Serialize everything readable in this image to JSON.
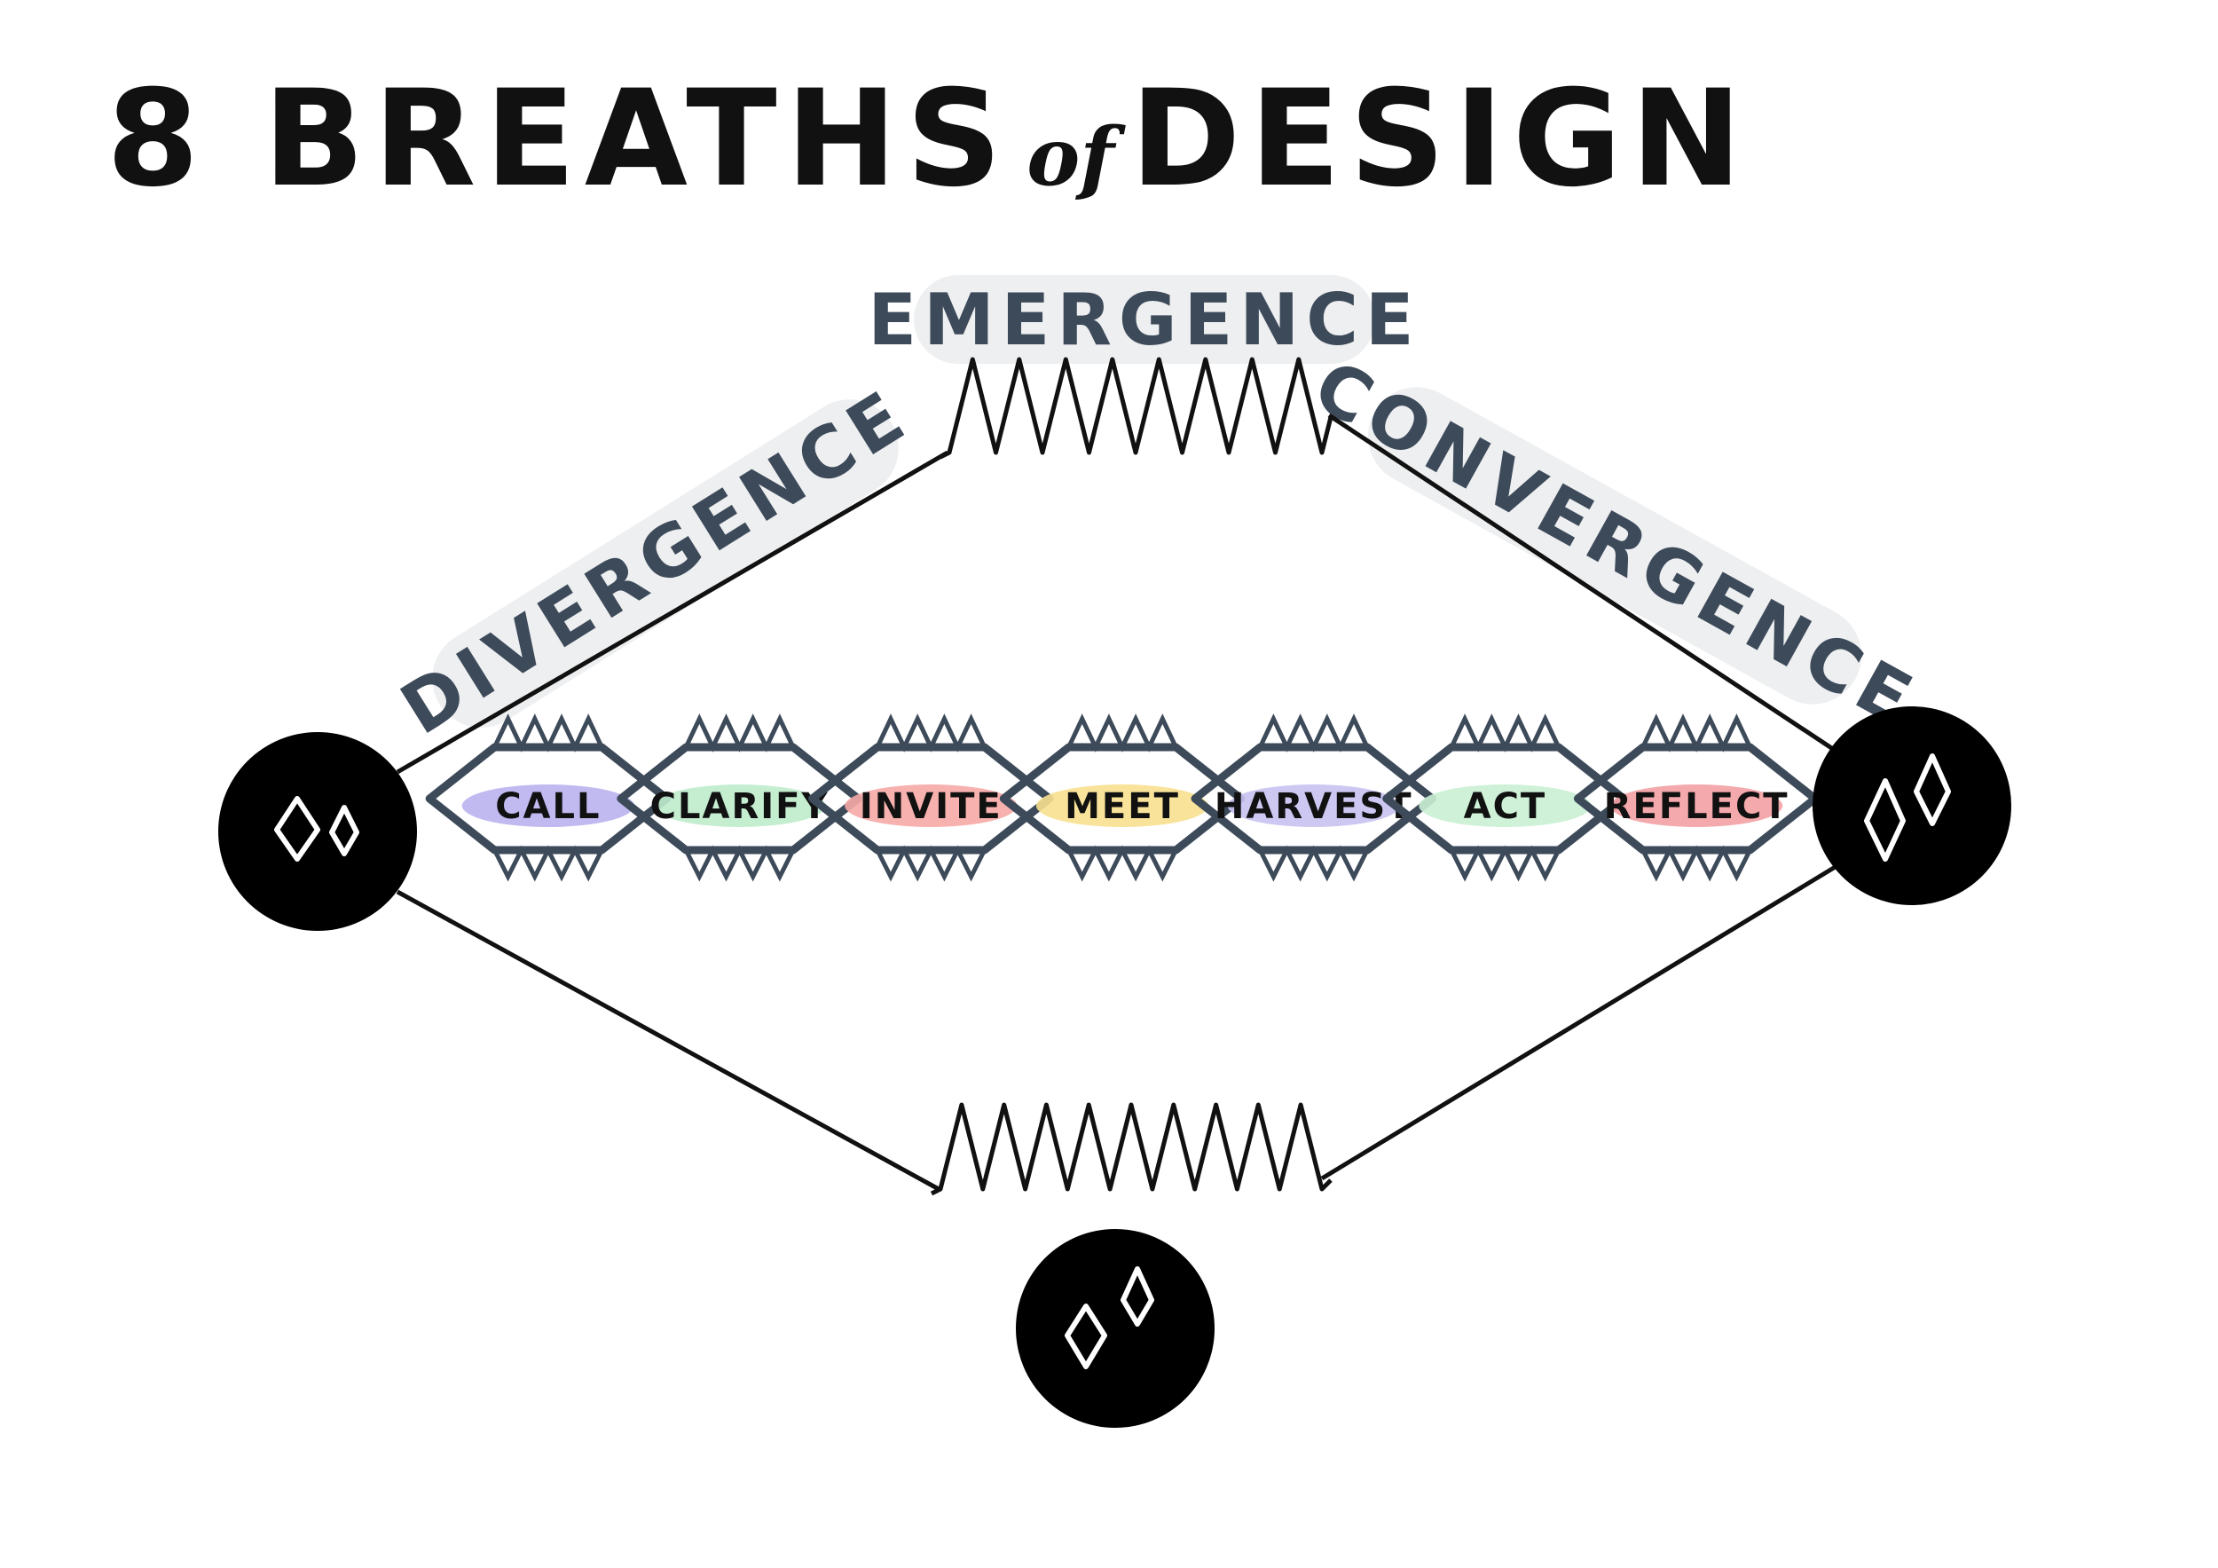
{
  "title": {
    "main_before": "8 BREATHS",
    "connector": "of",
    "main_after": "DESIGN"
  },
  "phases": {
    "divergence": "DIVERGENCE",
    "emergence": "EMERGENCE",
    "convergence": "CONVERGENCE"
  },
  "steps": [
    {
      "label": "CALL",
      "color": "#b9b2ee"
    },
    {
      "label": "CLARIFY",
      "color": "#bfeccc"
    },
    {
      "label": "INVITE",
      "color": "#f6a9a6"
    },
    {
      "label": "MEET",
      "color": "#f8e08f"
    },
    {
      "label": "HARVEST",
      "color": "#c6c2f1"
    },
    {
      "label": "ACT",
      "color": "#c9f0d3"
    },
    {
      "label": "REFLECT",
      "color": "#f3a0a3"
    }
  ],
  "nodes": [
    {
      "id": "left",
      "icon": "sparkle-icon"
    },
    {
      "id": "right",
      "icon": "sparkle-icon"
    },
    {
      "id": "bottom",
      "icon": "sparkle-icon"
    }
  ],
  "colors": {
    "ink": "#111111",
    "slate": "#3d4a5a",
    "label_bg": "#eeeff0"
  }
}
